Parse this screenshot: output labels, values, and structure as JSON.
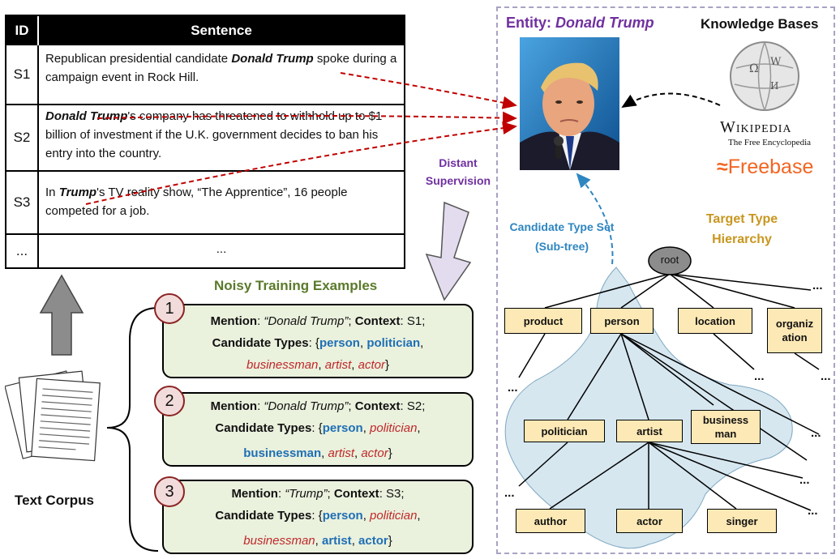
{
  "table": {
    "header_id": "ID",
    "header_sentence": "Sentence",
    "rows": [
      {
        "id": "S1",
        "pre": "Republican presidential candidate ",
        "mention": "Donald Trump",
        "post": " spoke during a campaign event in Rock Hill."
      },
      {
        "id": "S2",
        "pre": "",
        "mention": "Donald Trump",
        "post": "'s company has threatened to withhold up to $1 billion of investment if the U.K. government decides to ban his entry into the country."
      },
      {
        "id": "S3",
        "pre": "In ",
        "mention": "Trump",
        "post": "'s TV reality show, “The Apprentice”, 16 people competed for a job."
      },
      {
        "id": "...",
        "pre": "...",
        "mention": "",
        "post": ""
      }
    ]
  },
  "entity_label": "Entity: ",
  "entity_name": "Donald Trump",
  "knowledge_bases": "Knowledge Bases",
  "wikipedia": "Wikipedia",
  "wikipedia_sub": "The Free Encyclopedia",
  "freebase": "Freebase",
  "distant_supervision": [
    "Distant",
    "Supervision"
  ],
  "candidate_type_set": [
    "Candidate Type Set",
    "(Sub-tree)"
  ],
  "target_type_hierarchy": [
    "Target Type",
    "Hierarchy"
  ],
  "noisy_title": "Noisy Training Examples",
  "text_corpus": "Text Corpus",
  "labels": {
    "mention": "Mention",
    "context": "Context",
    "candidate_types": "Candidate Types"
  },
  "examples": [
    {
      "num": "1",
      "mention": "“Donald Trump”",
      "context": "S1",
      "types": [
        {
          "t": "person",
          "c": "blue"
        },
        {
          "t": "politician",
          "c": "blue"
        },
        {
          "t": "businessman",
          "c": "red"
        },
        {
          "t": "artist",
          "c": "red"
        },
        {
          "t": "actor",
          "c": "red"
        }
      ]
    },
    {
      "num": "2",
      "mention": "“Donald Trump”",
      "context": "S2",
      "types": [
        {
          "t": "person",
          "c": "blue"
        },
        {
          "t": "politician",
          "c": "red"
        },
        {
          "t": "businessman",
          "c": "blue"
        },
        {
          "t": "artist",
          "c": "red"
        },
        {
          "t": "actor",
          "c": "red"
        }
      ]
    },
    {
      "num": "3",
      "mention": "“Trump”",
      "context": "S3",
      "types": [
        {
          "t": "person",
          "c": "blue"
        },
        {
          "t": "politician",
          "c": "red"
        },
        {
          "t": "businessman",
          "c": "red"
        },
        {
          "t": "artist",
          "c": "blue"
        },
        {
          "t": "actor",
          "c": "blue"
        }
      ]
    }
  ],
  "hierarchy": {
    "root": "root",
    "product": "product",
    "person": "person",
    "location": "location",
    "organization": "organiz ation",
    "politician": "politician",
    "artist": "artist",
    "businessman": "business man",
    "author": "author",
    "actor": "actor",
    "singer": "singer",
    "ellipsis": "..."
  },
  "colors": {
    "purple": "#7030a0",
    "gold": "#c8961e",
    "teal": "#2e86c1",
    "red_arrow": "#c00000",
    "box_fill": "#fde9b5",
    "example_fill": "#eaf1dd",
    "blob": "#d6e7f0"
  }
}
